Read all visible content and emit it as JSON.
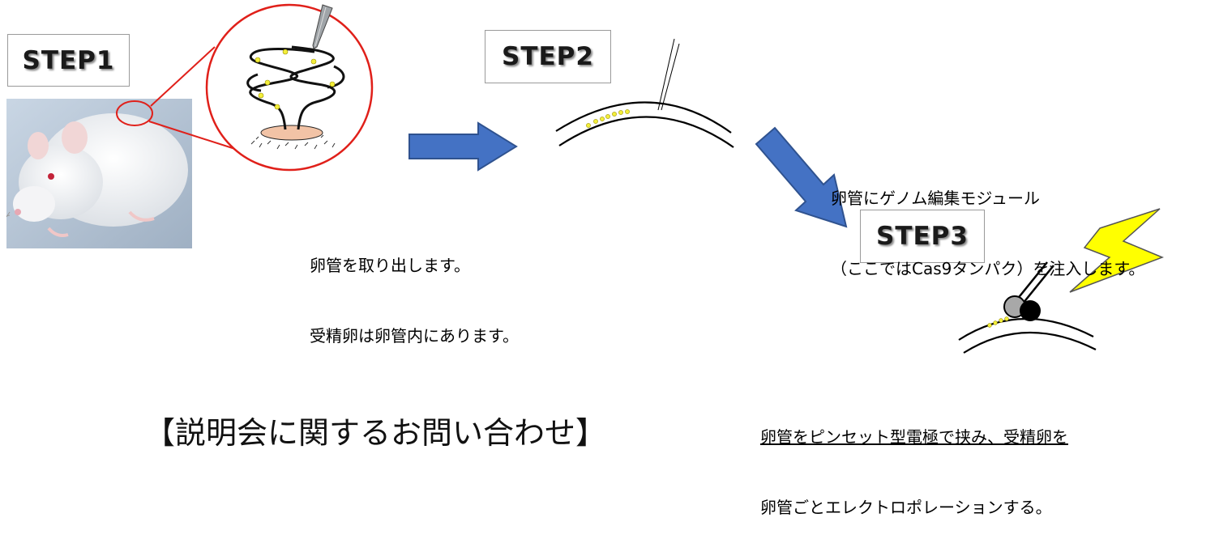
{
  "steps": {
    "step1": "STEP1",
    "step2": "STEP2",
    "step3": "STEP3"
  },
  "captions": {
    "step2_line1": "卵管を取り出します。",
    "step2_line2": "受精卵は卵管内にあります。",
    "inject_line1": "卵管にゲノム編集モジュール",
    "inject_line2": "（ここではCas9タンパク）を注入します。",
    "step3_line1": "卵管をピンセット型電極で挟み、受精卵を",
    "step3_line2": "卵管ごとエレクトロポレーションする。"
  },
  "contact_heading": "【説明会に関するお問い合わせ】",
  "icons": {
    "rat": "rat-photo",
    "zoom": "magnify-circle",
    "arrow1": "arrow-right",
    "arrow2": "arrow-down-right",
    "needle": "needle-icon",
    "electrode": "electrode-icon",
    "lightning": "lightning-icon"
  },
  "colors": {
    "arrow_fill": "#4472c4",
    "arrow_stroke": "#2f528f",
    "zoom_circle": "#e0201a",
    "egg": "#f3ee3a",
    "lightning": "#ffff00",
    "tissue": "#f2c3a6"
  }
}
